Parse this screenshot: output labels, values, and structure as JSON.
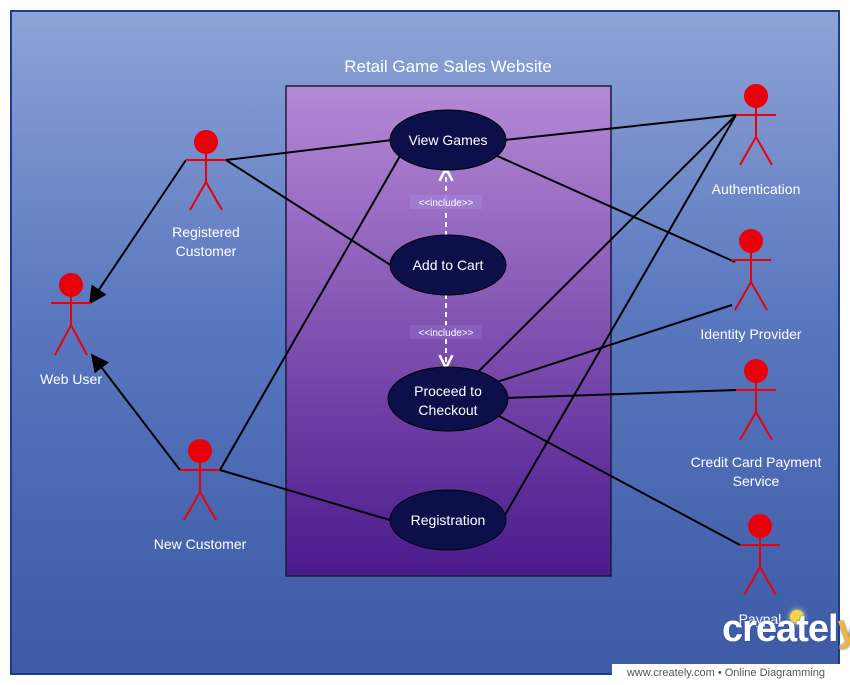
{
  "diagram": {
    "title": "Retail Game Sales Website",
    "include_label": "<<include>>",
    "use_cases": {
      "view_games": "View Games",
      "add_to_cart": "Add to Cart",
      "checkout_line1": "Proceed to",
      "checkout_line2": "Checkout",
      "registration": "Registration"
    },
    "actors": {
      "registered_line1": "Registered",
      "registered_line2": "Customer",
      "web_user": "Web User",
      "new_customer": "New Customer",
      "authentication": "Authentication",
      "identity_provider": "Identity Provider",
      "credit_line1": "Credit Card Payment",
      "credit_line2": "Service",
      "paypal": "Paypal"
    },
    "colors": {
      "actor": "#e8000b",
      "use_case_fill": "#0d0f4a",
      "boundary_top": "#b48ad6",
      "boundary_bottom": "#4a1a8c"
    }
  },
  "branding": {
    "logo_prefix": "createl",
    "logo_suffix": "y",
    "watermark": "www.creately.com • Online Diagramming"
  }
}
